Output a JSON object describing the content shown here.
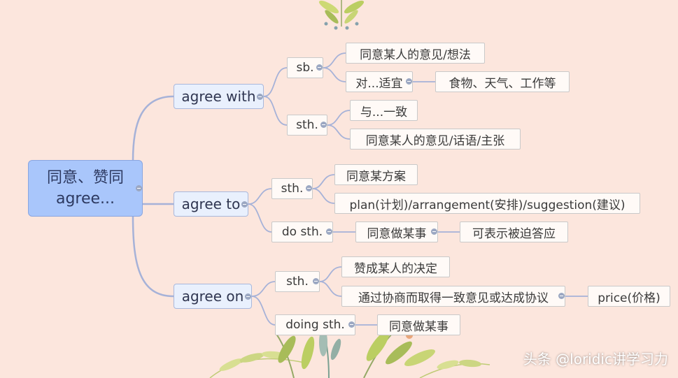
{
  "root": {
    "line1": "同意、赞同",
    "line2": "agree..."
  },
  "agree_with": {
    "label": "agree with",
    "sb": {
      "label": "sb.",
      "meaning": "同意某人的意见/想法",
      "suitable": "对...适宜",
      "examples": "食物、天气、工作等"
    },
    "sth": {
      "label": "sth.",
      "consistent": "与...一致",
      "meaning": "同意某人的意见/话语/主张"
    }
  },
  "agree_to": {
    "label": "agree to",
    "sth": {
      "label": "sth.",
      "meaning": "同意某方案",
      "examples": "plan(计划)/arrangement(安排)/suggestion(建议)"
    },
    "do_sth": {
      "label": "do sth.",
      "meaning": "同意做某事",
      "note": "可表示被迫答应"
    }
  },
  "agree_on": {
    "label": "agree on",
    "sth": {
      "label": "sth.",
      "decision": "赞成某人的决定",
      "negotiation": "通过协商而取得一致意见或达成协议",
      "price": "price(价格)"
    },
    "doing_sth": {
      "label": "doing sth.",
      "meaning": "同意做某事"
    }
  },
  "watermark": "头条 @loridic讲学习力",
  "colors": {
    "background": "#fce6dd",
    "connector": "#a6b2d8",
    "root_fill": "#a9c6fb",
    "branch_fill": "#e9f0fd"
  }
}
